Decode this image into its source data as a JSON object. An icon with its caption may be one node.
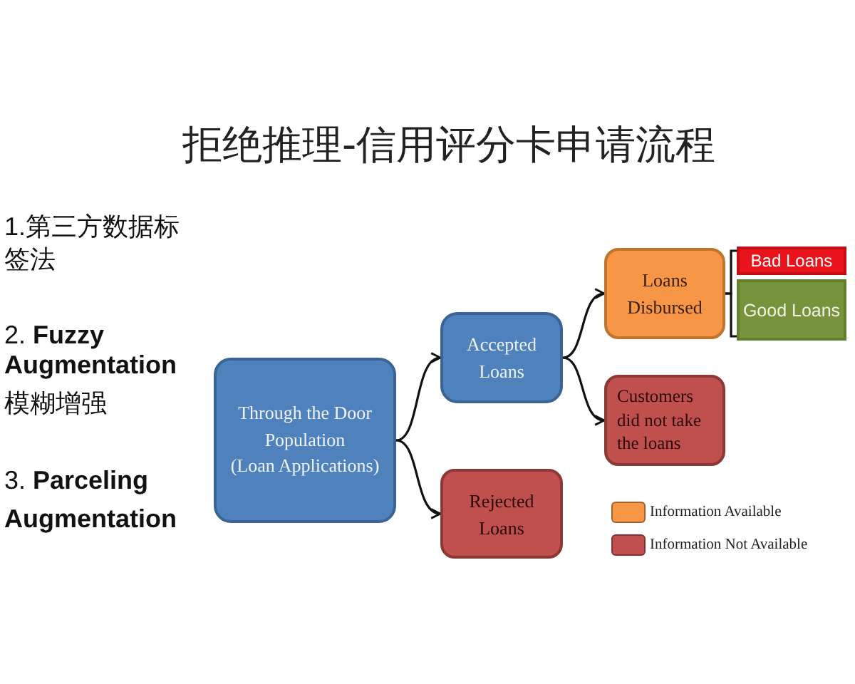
{
  "diagram": {
    "title": "拒绝推理-信用评分卡申请流程",
    "nodes": [
      {
        "text": [
          "Through the Door Population",
          "(Loan Applications)"
        ]
      },
      {
        "text": [
          "Accepted Loans"
        ]
      },
      {
        "text": [
          "Rejected Loans"
        ]
      },
      {
        "text": [
          "Loans Disbursed"
        ]
      },
      {
        "text": [
          "Customers did not take the loans"
        ]
      },
      {
        "text": [
          "Bad Loans"
        ]
      },
      {
        "text": [
          "Good Loans"
        ]
      }
    ],
    "edges": [
      {
        "from": 0,
        "to": 1,
        "arrow": "to"
      },
      {
        "from": 0,
        "to": 2,
        "arrow": "to"
      },
      {
        "from": 1,
        "to": 3,
        "arrow": "to"
      },
      {
        "from": 1,
        "to": 4,
        "arrow": "to"
      },
      {
        "from": 3,
        "to": 5,
        "arrow": "none"
      },
      {
        "from": 3,
        "to": 6,
        "arrow": "none"
      }
    ],
    "labels": [
      "1.第三方数据标签法",
      "2. **Fuzzy Augmentation**",
      "模糊增强",
      "3. **Parceling Augmentation**"
    ],
    "legend": [
      {
        "text": "Information Available",
        "color": "#f79646"
      },
      {
        "text": "Information Not Available",
        "color": "#c0504d"
      }
    ]
  }
}
